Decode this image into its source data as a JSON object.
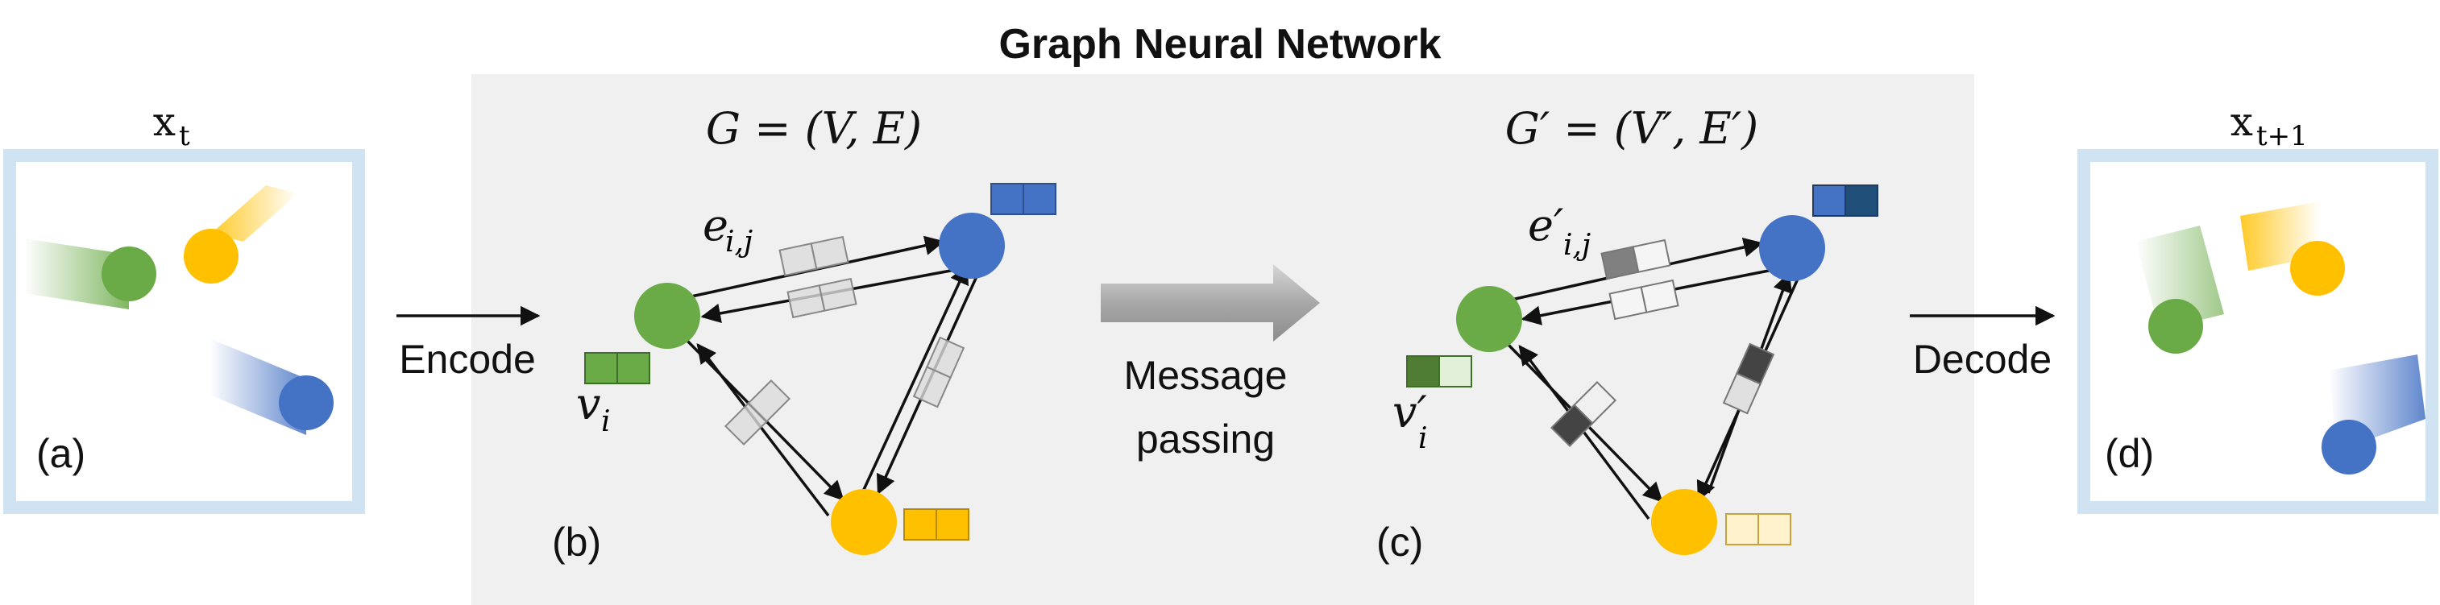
{
  "title": "Graph Neural Network",
  "panels": {
    "a": {
      "label": "(a)",
      "state_label": "x",
      "state_sub": "t"
    },
    "b": {
      "label": "(b)",
      "graph_label": "G = (V, E)",
      "edge_label": "e",
      "edge_sub": "i,j",
      "node_label": "v",
      "node_sub": "i"
    },
    "c": {
      "label": "(c)",
      "graph_label": "G′ = (V′, E′)",
      "edge_label": "e′",
      "edge_sub": "i,j",
      "node_label": "v′",
      "node_sub": "i"
    },
    "d": {
      "label": "(d)",
      "state_label": "x",
      "state_sub": "t+1"
    }
  },
  "steps": {
    "encode": "Encode",
    "message_line1": "Message",
    "message_line2": "passing",
    "decode": "Decode"
  },
  "colors": {
    "green": "#6aaa47",
    "blue": "#4472c4",
    "yellow": "#ffc000",
    "panel_bg": "#f0f0f0",
    "frame": "#cfe3f3"
  }
}
